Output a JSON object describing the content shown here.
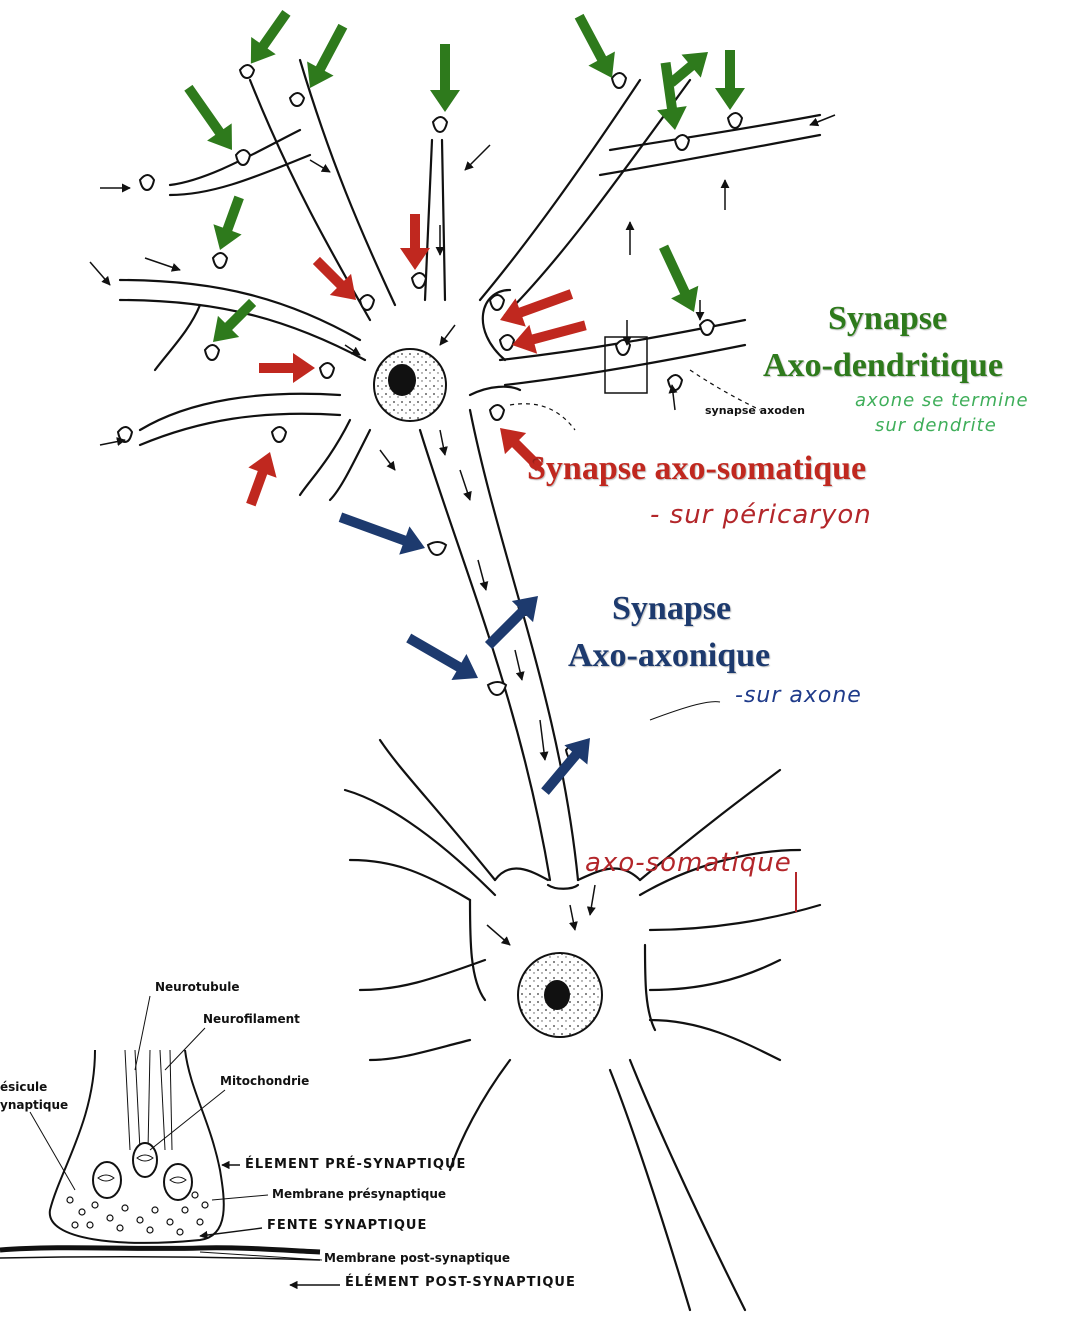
{
  "colors": {
    "green": "#2e7a1c",
    "red": "#c0281f",
    "blue": "#1d3a6e",
    "ink": "#111111",
    "hand_green": "#3fae5a",
    "hand_red": "#b3262a",
    "hand_blue": "#1f3b8a"
  },
  "titles": {
    "axo_dendritique_line1": "Synapse",
    "axo_dendritique_line2": "Axo-dendritique",
    "axo_somatique": "Synapse axo-somatique",
    "axo_axonique_line1": "Synapse",
    "axo_axonique_line2": "Axo-axonique"
  },
  "handwritten": {
    "dendrite_note_line1": "axone se termine",
    "dendrite_note_line2": "sur dendrite",
    "somatique_note": "- sur péricaryon",
    "axonique_note": "-sur axone",
    "bottom_somatique": "axo-somatique"
  },
  "diagram_labels": {
    "synapse_axoden": "synapse  axoden",
    "neurotubule": "Neurotubule",
    "neurofilament": "Neurofilament",
    "mitochondrie": "Mitochondrie",
    "vesicule_line1": "ésicule",
    "vesicule_line2": "ynaptique",
    "element_pre": "ÉLEMENT  PRÉ-SYNAPTIQUE",
    "membrane_pre": "Membrane  présynaptique",
    "fente": "FENTE  SYNAPTIQUE",
    "membrane_post": "Membrane  post-synaptique",
    "element_post": "ÉLÉMENT  POST-SYNAPTIQUE"
  }
}
